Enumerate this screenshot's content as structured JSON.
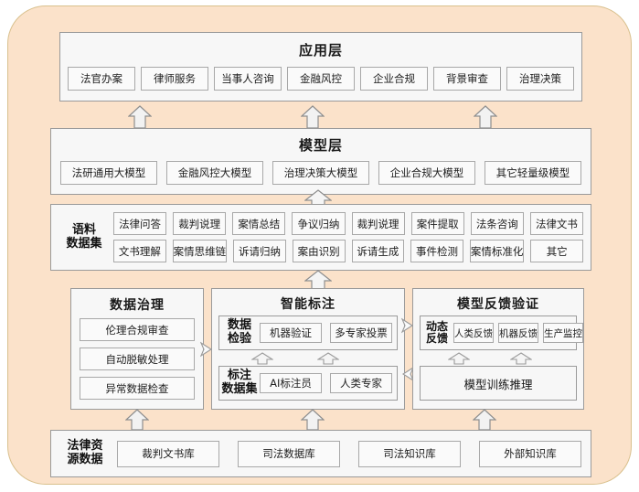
{
  "theme": {
    "canvas_bg": "#fbe2ca",
    "canvas_border": "#d9c08d",
    "panel_bg": "#f7f7f7",
    "panel_border": "#9a9a9a",
    "chip_bg": "#fafafa",
    "chip_border": "#a8a8a8",
    "arrow_fill": "#f2f2f2",
    "arrow_stroke": "#8e8e8e"
  },
  "application_layer": {
    "title": "应用层",
    "items": [
      "法官办案",
      "律师服务",
      "当事人咨询",
      "金融风控",
      "企业合规",
      "背景审查",
      "治理决策"
    ]
  },
  "model_layer": {
    "title": "模型层",
    "items": [
      "法研通用大模型",
      "金融风控大模型",
      "治理决策大模型",
      "企业合规大模型",
      "其它轻量级模型"
    ]
  },
  "corpus_layer": {
    "label": "语料\n数据集",
    "row1": [
      "法律问答",
      "裁判说理",
      "案情总结",
      "争议归纳",
      "裁判说理",
      "案件提取",
      "法条咨询",
      "法律文书"
    ],
    "row2": [
      "文书理解",
      "案情思维链",
      "诉请归纳",
      "案由识别",
      "诉请生成",
      "事件检测",
      "案情标准化",
      "其它"
    ]
  },
  "governance_panel": {
    "title": "数据治理",
    "items": [
      "伦理合规审查",
      "自动脱敏处理",
      "异常数据检查"
    ]
  },
  "annotation_panel": {
    "title": "智能标注",
    "check_group": {
      "label": "数据\n检验",
      "items": [
        "机器验证",
        "多专家投票"
      ]
    },
    "dataset_group": {
      "label": "标注\n数据集",
      "items": [
        "AI标注员",
        "人类专家"
      ]
    }
  },
  "feedback_panel": {
    "title": "模型反馈验证",
    "dynamic_group": {
      "label": "动态\n反馈",
      "items": [
        "人类反馈",
        "机器反馈",
        "生产监控"
      ]
    },
    "training_box": "模型训练推理"
  },
  "resource_layer": {
    "label": "法律资\n源数据",
    "items": [
      "裁判文书库",
      "司法数据库",
      "司法知识库",
      "外部知识库"
    ]
  },
  "connectors": {
    "app_from_model": {
      "icon": "arrow-up-icon",
      "count": 3
    },
    "model_from_corpus": {
      "icon": "arrow-up-icon",
      "count": 1
    },
    "corpus_from_pipeline": {
      "icon": "arrow-up-icon",
      "count": 1
    },
    "pipeline_from_resource": {
      "icon": "arrow-up-icon",
      "count": 3
    },
    "governance_to_annotation": {
      "icon": "arrow-right-icon",
      "count": 1
    },
    "annotation_to_feedback": {
      "icon": "arrow-right-icon",
      "count": 1
    },
    "feedback_to_annotation": {
      "icon": "arrow-left-icon",
      "count": 1
    },
    "annotation_internal": {
      "icon": "arrow-up-icon",
      "count": 2
    },
    "feedback_internal": {
      "icon": "arrow-up-icon",
      "count": 2
    }
  }
}
